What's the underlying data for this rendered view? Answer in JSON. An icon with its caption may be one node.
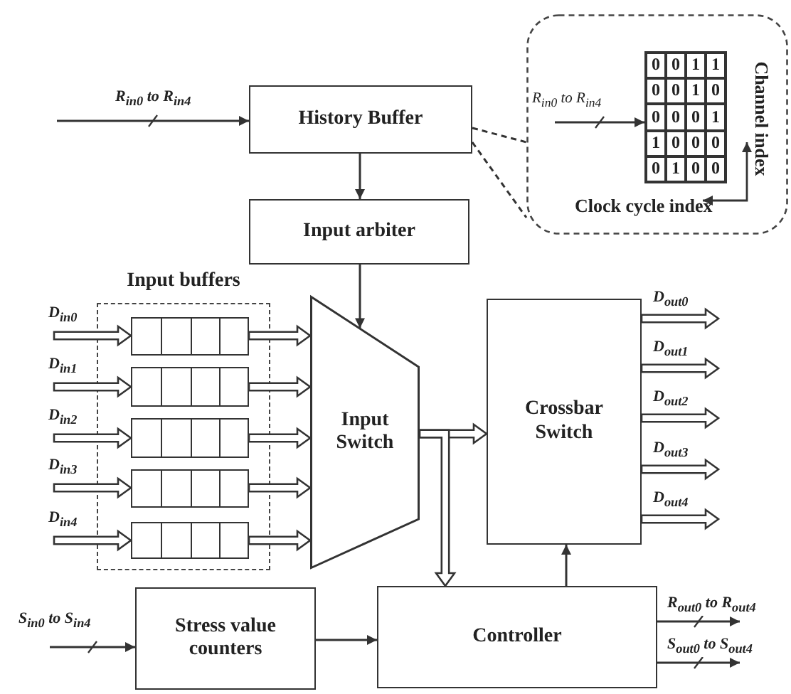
{
  "diagram": {
    "nodes": [
      {
        "text": [
          "History Buffer"
        ]
      },
      {
        "text": [
          "Input arbiter"
        ]
      },
      {
        "text": [
          "Input buffers"
        ]
      },
      {
        "text": [],
        "shape": "box",
        "in": 2
      },
      {
        "text": [],
        "shape": "box",
        "in": 2
      },
      {
        "text": [],
        "shape": "box",
        "in": 2
      },
      {
        "text": [],
        "shape": "box",
        "in": 2
      },
      {
        "text": [],
        "shape": "box",
        "in": 2
      },
      {
        "text": [
          "Input Switch"
        ]
      },
      {
        "text": [
          "Crossbar Switch"
        ]
      },
      {
        "text": [
          "Stress value counters"
        ]
      },
      {
        "text": [
          "Controller"
        ]
      },
      {
        "text": [
          "Channel index",
          "Clock cycle index"
        ]
      },
      {
        "text": [],
        "shape": "box",
        "in": 12
      }
    ],
    "edges": [
      {
        "from": null,
        "to": 0,
        "arrow": "to",
        "label": "R$_{in0}$ to R$_{in4}$"
      },
      {
        "from": 0,
        "to": 12,
        "arrow": "none",
        "style": "dashed"
      },
      {
        "from": 0,
        "to": 12,
        "arrow": "none",
        "style": "dashed"
      },
      {
        "from": null,
        "to": 13,
        "arrow": "to",
        "label": "R$_{in0}$ to R$_{in4}$"
      },
      {
        "from": 0,
        "to": 1,
        "arrow": "to"
      },
      {
        "from": 1,
        "to": 8,
        "arrow": "to"
      },
      {
        "from": null,
        "to": 3,
        "arrow": "to",
        "style": "thick",
        "label": "D$_{in0}$"
      },
      {
        "from": null,
        "to": 4,
        "arrow": "to",
        "style": "thick",
        "label": "D$_{in1}$"
      },
      {
        "from": null,
        "to": 5,
        "arrow": "to",
        "style": "thick",
        "label": "D$_{in2}$"
      },
      {
        "from": null,
        "to": 6,
        "arrow": "to",
        "style": "thick",
        "label": "D$_{in3}$"
      },
      {
        "from": null,
        "to": 7,
        "arrow": "to",
        "style": "thick",
        "label": "D$_{in4}$"
      },
      {
        "from": 3,
        "to": 8,
        "arrow": "to",
        "style": "thick"
      },
      {
        "from": 4,
        "to": 8,
        "arrow": "to",
        "style": "thick"
      },
      {
        "from": 5,
        "to": 8,
        "arrow": "to",
        "style": "thick"
      },
      {
        "from": 6,
        "to": 8,
        "arrow": "to",
        "style": "thick"
      },
      {
        "from": 7,
        "to": 8,
        "arrow": "to",
        "style": "thick"
      },
      {
        "from": 8,
        "to": 9,
        "arrow": "to",
        "style": "thick"
      },
      {
        "from": 8,
        "to": 11,
        "arrow": "to",
        "style": "thick"
      },
      {
        "from": 11,
        "to": 9,
        "arrow": "to"
      },
      {
        "from": 10,
        "to": 11,
        "arrow": "to"
      },
      {
        "from": null,
        "to": 10,
        "arrow": "to",
        "label": "S$_{in0}$ to S$_{in4}$"
      },
      {
        "from": 9,
        "to": null,
        "arrow": "to",
        "style": "thick",
        "label": "D$_{out0}$"
      },
      {
        "from": 9,
        "to": null,
        "arrow": "to",
        "style": "thick",
        "label": "D$_{out1}$"
      },
      {
        "from": 9,
        "to": null,
        "arrow": "to",
        "style": "thick",
        "label": "D$_{out2}$"
      },
      {
        "from": 9,
        "to": null,
        "arrow": "to",
        "style": "thick",
        "label": "D$_{out3}$"
      },
      {
        "from": 9,
        "to": null,
        "arrow": "to",
        "style": "thick",
        "label": "D$_{out4}$"
      },
      {
        "from": 11,
        "to": null,
        "arrow": "to",
        "label": "R$_{out0}$ to R$_{out4}$"
      },
      {
        "from": 11,
        "to": null,
        "arrow": "to",
        "label": "S$_{out0}$ to S$_{out4}$"
      }
    ],
    "labels": [
      "0",
      "0",
      "1",
      "1",
      "0",
      "0",
      "1",
      "0",
      "0",
      "0",
      "0",
      "1",
      "1",
      "0",
      "0",
      "0",
      "0",
      "1",
      "0",
      "0"
    ]
  }
}
